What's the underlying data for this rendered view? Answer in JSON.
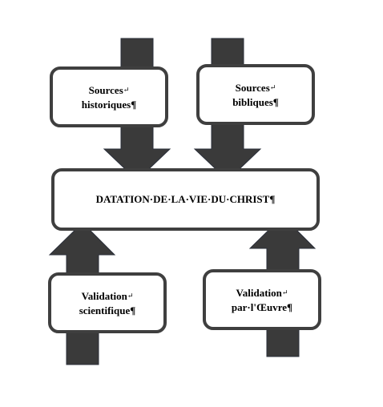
{
  "diagram": {
    "nodes": {
      "historical_sources": {
        "line1": "Sources",
        "line2": "historiques"
      },
      "biblical_sources": {
        "line1": "Sources",
        "line2": "bibliques"
      },
      "dating": {
        "line1": "DATATION·DE·LA·VIE·DU·CHRIST"
      },
      "scientific_validation": {
        "line1": "Validation",
        "line2": "scientifique"
      },
      "work_validation": {
        "line1": "Validation",
        "line2": "par·l'Œuvre"
      }
    },
    "marks": {
      "line_break": "↵",
      "paragraph": "¶"
    },
    "colors": {
      "arrow_fill": "#3a3a3a",
      "box_border": "#3f3f3f"
    }
  }
}
